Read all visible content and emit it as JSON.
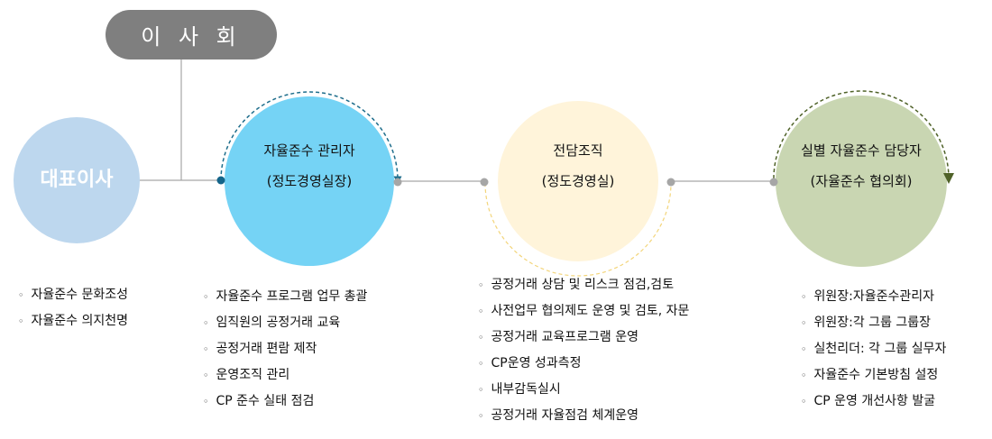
{
  "board": {
    "label": "이 사 회"
  },
  "nodes": [
    {
      "title": "대표이사",
      "subtitle": "",
      "color": "#bdd7ee"
    },
    {
      "title": "자율준수 관리자",
      "subtitle": "(정도경영실장)",
      "color": "#75d3f5"
    },
    {
      "title": "전담조직",
      "subtitle": "(정도경영실)",
      "color": "#fff4da"
    },
    {
      "title": "실별 자율준수 담당자",
      "subtitle": "(자율준수 협의회)",
      "color": "#c9d6b2"
    }
  ],
  "bullet": "◦",
  "lists": [
    [
      "자율준수 문화조성",
      "자율준수 의지천명"
    ],
    [
      "자율준수 프로그램 업무 총괄",
      "임직원의 공정거래 교육",
      "공정거래 편람 제작",
      "운영조직 관리",
      "CP 준수 실태 점검"
    ],
    [
      "공정거래 상담 및 리스크 점검,검토",
      "사전업무 협의제도 운영 및 검토, 자문",
      "공정거래 교육프로그램 운영",
      "CP운영 성과측정",
      "내부감독실시",
      "공정거래 자율점검 체계운영"
    ],
    [
      "위원장:자율준수관리자",
      "위원장:각 그룹 그룹장",
      "실천리더: 각 그룹 실무자",
      "자율준수 기본방침 설정",
      "CP 운영 개선사항 발굴"
    ]
  ]
}
